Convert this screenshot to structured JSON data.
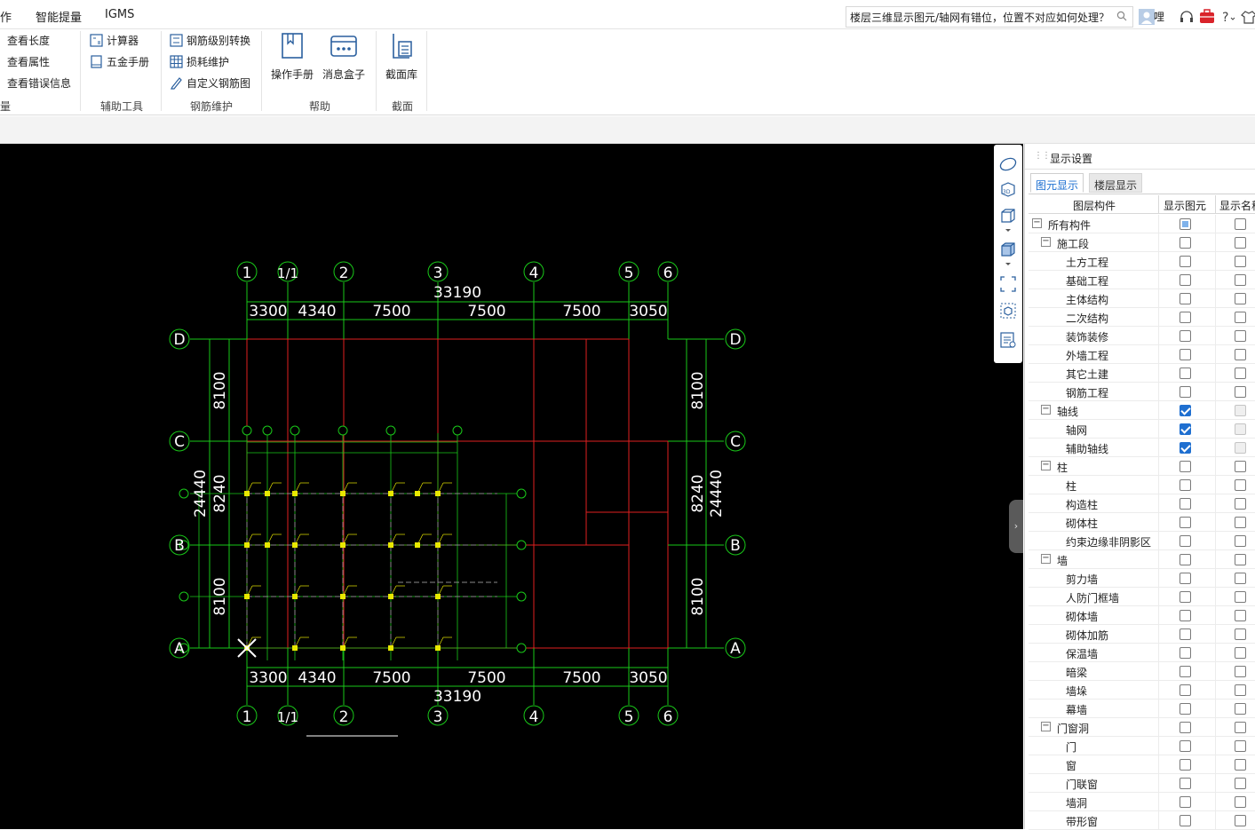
{
  "menubar": {
    "items": [
      "作",
      "智能提量",
      "IGMS"
    ],
    "search_text": "楼层三维显示图元/轴网有错位，位置不对应如何处理？",
    "user_label": "哩"
  },
  "ribbon": {
    "left_items": [
      "查看长度",
      "查看属性",
      "查看错误信息"
    ],
    "left_group_label": "量",
    "aux_items": [
      "计算器",
      "五金手册"
    ],
    "aux_group_label": "辅助工具",
    "rebar_items": [
      "钢筋级别转换",
      "损耗维护",
      "自定义钢筋图"
    ],
    "rebar_group_label": "钢筋维护",
    "help_items": [
      "操作手册",
      "消息盒子"
    ],
    "help_group_label": "帮助",
    "section_item": "截面库",
    "section_group_label": "截面"
  },
  "drawing": {
    "axes_top": [
      "1",
      "1/1",
      "2",
      "3",
      "4",
      "5",
      "6"
    ],
    "axes_bottom": [
      "1",
      "1/1",
      "2",
      "3",
      "4",
      "5",
      "6"
    ],
    "rows_left": [
      "D",
      "C",
      "B",
      "A"
    ],
    "rows_right": [
      "D",
      "C",
      "B",
      "A"
    ],
    "total_width": "33190",
    "top_dims": [
      "3300",
      "4340",
      "7500",
      "7500",
      "7500",
      "3050"
    ],
    "bottom_dims": [
      "3300",
      "4340",
      "7500",
      "7500",
      "7500",
      "3050"
    ],
    "total_width_bottom": "33190",
    "left_dims": [
      "8100",
      "8240",
      "8100"
    ],
    "left_total": "24440",
    "right_dims": [
      "8100",
      "8240",
      "8100"
    ],
    "right_total": "24440",
    "colors": {
      "grid": "#19c819",
      "red": "#e02020",
      "yellow": "#e8e800",
      "white": "#ffffff",
      "gray": "#8a8a8a"
    }
  },
  "panel": {
    "title": "显示设置",
    "tabs": [
      "图元显示",
      "楼层显示"
    ],
    "columns": [
      "图层构件",
      "显示图元",
      "显示名称"
    ],
    "rows": [
      {
        "label": "所有构件",
        "level": 0,
        "expander": "−",
        "show": "partial",
        "name": "off"
      },
      {
        "label": "施工段",
        "level": 1,
        "expander": "−",
        "show": "off",
        "name": "off"
      },
      {
        "label": "土方工程",
        "level": 2,
        "show": "off",
        "name": "off"
      },
      {
        "label": "基础工程",
        "level": 2,
        "show": "off",
        "name": "off"
      },
      {
        "label": "主体结构",
        "level": 2,
        "show": "off",
        "name": "off"
      },
      {
        "label": "二次结构",
        "level": 2,
        "show": "off",
        "name": "off"
      },
      {
        "label": "装饰装修",
        "level": 2,
        "show": "off",
        "name": "off"
      },
      {
        "label": "外墙工程",
        "level": 2,
        "show": "off",
        "name": "off"
      },
      {
        "label": "其它土建",
        "level": 2,
        "show": "off",
        "name": "off"
      },
      {
        "label": "钢筋工程",
        "level": 2,
        "show": "off",
        "name": "off"
      },
      {
        "label": "轴线",
        "level": 1,
        "expander": "−",
        "show": "on",
        "name": "disabled"
      },
      {
        "label": "轴网",
        "level": 2,
        "show": "on",
        "name": "disabled"
      },
      {
        "label": "辅助轴线",
        "level": 2,
        "show": "on",
        "name": "disabled"
      },
      {
        "label": "柱",
        "level": 1,
        "expander": "−",
        "show": "off",
        "name": "off"
      },
      {
        "label": "柱",
        "level": 2,
        "show": "off",
        "name": "off"
      },
      {
        "label": "构造柱",
        "level": 2,
        "show": "off",
        "name": "off"
      },
      {
        "label": "砌体柱",
        "level": 2,
        "show": "off",
        "name": "off"
      },
      {
        "label": "约束边缘非阴影区",
        "level": 2,
        "show": "off",
        "name": "off"
      },
      {
        "label": "墙",
        "level": 1,
        "expander": "−",
        "show": "off",
        "name": "off"
      },
      {
        "label": "剪力墙",
        "level": 2,
        "show": "off",
        "name": "off"
      },
      {
        "label": "人防门框墙",
        "level": 2,
        "show": "off",
        "name": "off"
      },
      {
        "label": "砌体墙",
        "level": 2,
        "show": "off",
        "name": "off"
      },
      {
        "label": "砌体加筋",
        "level": 2,
        "show": "off",
        "name": "off"
      },
      {
        "label": "保温墙",
        "level": 2,
        "show": "off",
        "name": "off"
      },
      {
        "label": "暗梁",
        "level": 2,
        "show": "off",
        "name": "off"
      },
      {
        "label": "墙垛",
        "level": 2,
        "show": "off",
        "name": "off"
      },
      {
        "label": "幕墙",
        "level": 2,
        "show": "off",
        "name": "off"
      },
      {
        "label": "门窗洞",
        "level": 1,
        "expander": "−",
        "show": "off",
        "name": "off"
      },
      {
        "label": "门",
        "level": 2,
        "show": "off",
        "name": "off"
      },
      {
        "label": "窗",
        "level": 2,
        "show": "off",
        "name": "off"
      },
      {
        "label": "门联窗",
        "level": 2,
        "show": "off",
        "name": "off"
      },
      {
        "label": "墙洞",
        "level": 2,
        "show": "off",
        "name": "off"
      },
      {
        "label": "带形窗",
        "level": 2,
        "show": "off",
        "name": "off"
      }
    ]
  }
}
